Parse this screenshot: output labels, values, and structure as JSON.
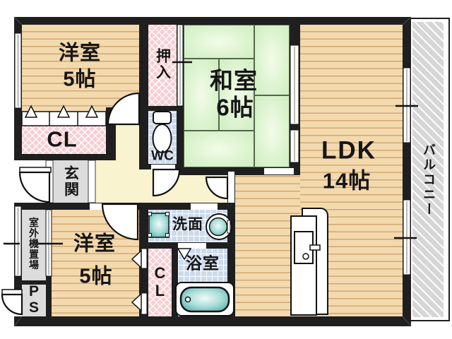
{
  "rooms": {
    "western1": {
      "name": "洋室",
      "size": "5帖"
    },
    "oshiire": {
      "label": "押入"
    },
    "washitsu": {
      "name": "和室",
      "size": "6帖"
    },
    "wc": {
      "label": "WC"
    },
    "closet_top": {
      "label": "CL"
    },
    "genkan": {
      "label": "玄関"
    },
    "ldk": {
      "name": "LDK",
      "size": "14帖"
    },
    "balcony": {
      "label": "バルコニー"
    },
    "outdoor_unit": {
      "label": "室外機置場"
    },
    "pipe_space": {
      "label": "PS"
    },
    "western2": {
      "name": "洋室",
      "size": "5帖"
    },
    "washroom": {
      "label": "洗面"
    },
    "closet_bottom": {
      "label": "CL"
    },
    "bathroom": {
      "label": "浴室"
    }
  },
  "colors": {
    "wall": "#1f1f1f",
    "wood_floor": "#f3d9ae",
    "tatami_green": "#ddf3d0",
    "closet_pink": "#f8cdd2",
    "tile_blue": "#ccdaed",
    "hall_cream": "#faf3d0",
    "service_gray": "#dcdcdc",
    "balcony_gray": "#d6d6d6",
    "fixture_teal": "#7ec9c6"
  }
}
